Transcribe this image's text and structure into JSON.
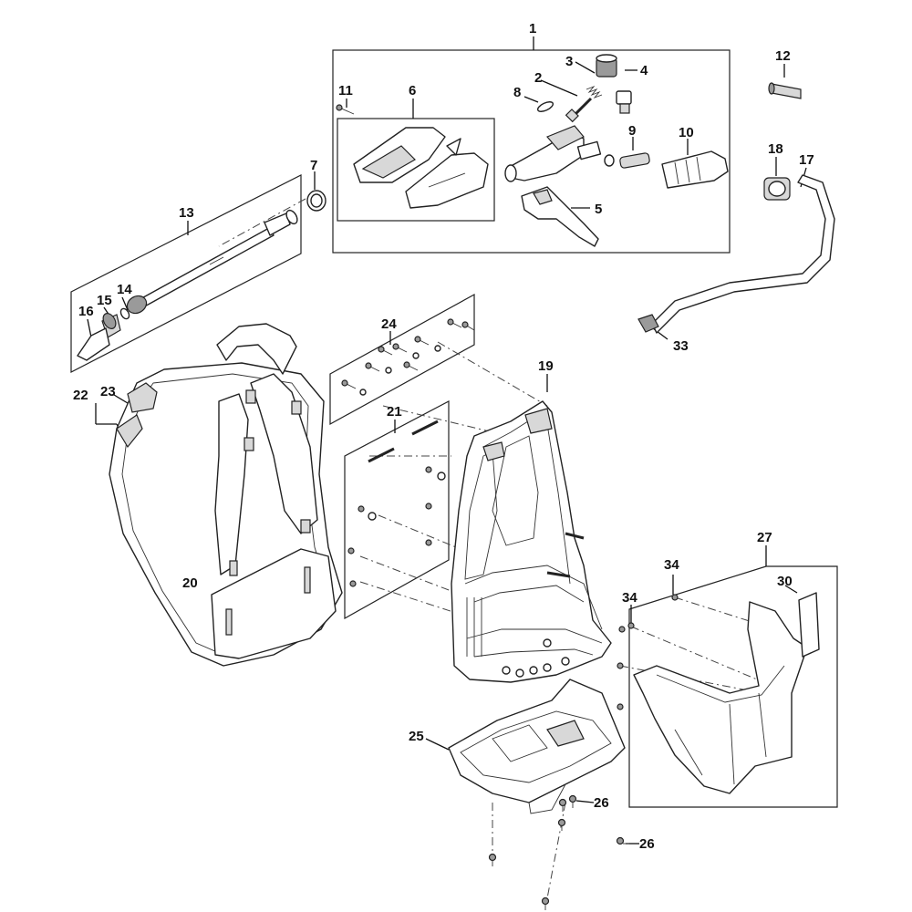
{
  "diagram": {
    "callouts": [
      "1",
      "2",
      "3",
      "4",
      "5",
      "6",
      "7",
      "8",
      "9",
      "10",
      "11",
      "12",
      "13",
      "14",
      "15",
      "16",
      "17",
      "18",
      "19",
      "20",
      "21",
      "22",
      "23",
      "24",
      "25",
      "26",
      "27",
      "30",
      "33",
      "34"
    ]
  }
}
